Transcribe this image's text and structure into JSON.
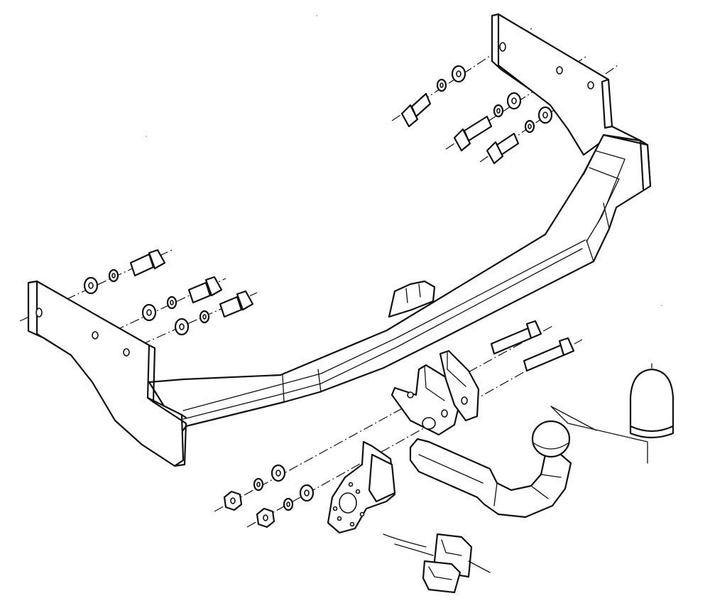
{
  "diagram": {
    "kind": "exploded-assembly-drawing",
    "subject": "towbar",
    "line_color": "#111111",
    "background": "#ffffff",
    "parts": [
      "crossbar-beam",
      "left-mounting-bracket",
      "right-mounting-bracket",
      "bolt",
      "flat-washer",
      "spring-washer",
      "hex-nut",
      "tow-ball-arm",
      "tow-ball-cap",
      "socket-mounting-plate",
      "wiring-connector"
    ]
  }
}
